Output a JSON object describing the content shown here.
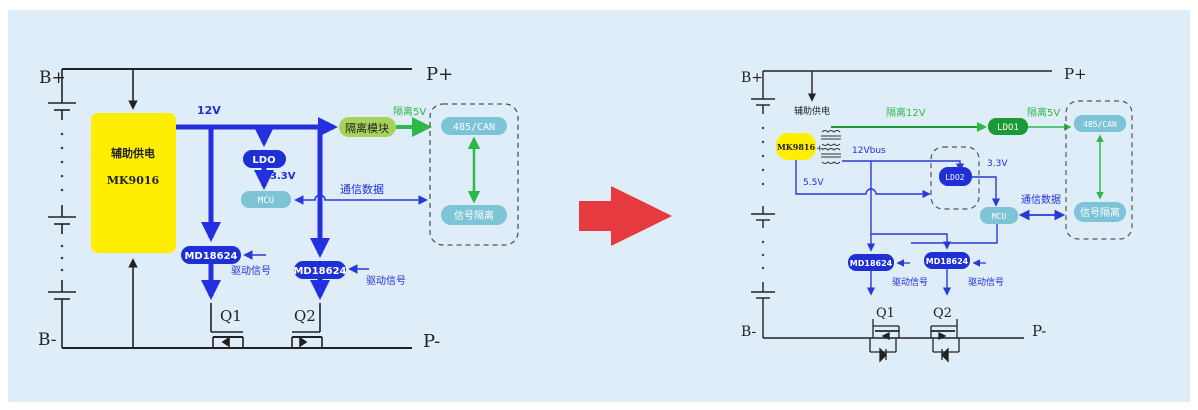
{
  "colors": {
    "panel": "#dfedf9",
    "bus_blue": "#2430e0",
    "thin_blue": "#2a3ad8",
    "green": "#2db84a",
    "supply_yellow": "#ffee00",
    "block_navy": "#1f2fd6",
    "block_teal": "#7cc4d6",
    "ldo_green": "#1a9a35",
    "iso_green": "#a6d45a",
    "arrow_red": "#e63a3e",
    "wire": "#222222"
  },
  "left": {
    "labels": {
      "b_plus": "B+",
      "b_minus": "B-",
      "p_plus": "P+",
      "p_minus": "P-",
      "supply_line1": "辅助供电",
      "supply_line2": "MK9016",
      "v12": "12V",
      "ldo": "LDO",
      "v33": "3.3V",
      "mcu": "MCU",
      "isolation_module": "隔离模块",
      "iso5v": "隔离5V",
      "bus_485": "485/CAN",
      "comm_data": "通信数据",
      "signal_iso": "信号隔离",
      "driver1": "MD18624",
      "driver2": "MD18624",
      "drive_sig1": "驱动信号",
      "drive_sig2": "驱动信号",
      "q1": "Q1",
      "q2": "Q2"
    }
  },
  "right": {
    "labels": {
      "b_plus": "B+",
      "b_minus": "B-",
      "p_plus": "P+",
      "p_minus": "P-",
      "supply": "辅助供电",
      "chip": "MK9816",
      "iso12v": "隔离12V",
      "ldo1": "LDO1",
      "iso5v": "隔离5V",
      "bus_485": "485/CAN",
      "v12bus": "12Vbus",
      "ldo2": "LDO2",
      "v33": "3.3V",
      "v55": "5.5V",
      "mcu": "MCU",
      "comm_data": "通信数据",
      "signal_iso": "信号隔离",
      "driver1": "MD18624",
      "driver2": "MD18624",
      "drive_sig1": "驱动信号",
      "drive_sig2": "驱动信号",
      "q1": "Q1",
      "q2": "Q2"
    }
  }
}
